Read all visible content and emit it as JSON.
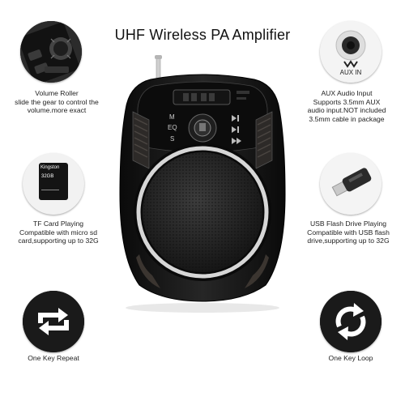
{
  "title": "UHF Wireless PA Amplifier",
  "features": {
    "volume_roller": {
      "lines": [
        "Volume Roller",
        "slide the gear to control the",
        "volume.more exact"
      ]
    },
    "aux_input": {
      "lines": [
        "AUX Audio Input",
        "Supports 3.5mm AUX",
        "audio input.NOT included",
        "3.5mm  cable in package"
      ],
      "icon_label": "AUX IN"
    },
    "tf_card": {
      "lines": [
        "TF Card Playing",
        "Compatible with micro sd",
        "card,supporting up to 32G"
      ],
      "card_brand": "Kingston",
      "card_size": "32GB"
    },
    "usb_flash": {
      "lines": [
        "USB Flash Drive Playing",
        "Compatible with USB flash",
        "drive,supporting up to 32G"
      ]
    },
    "repeat": {
      "lines": [
        "One Key Repeat"
      ]
    },
    "loop": {
      "lines": [
        "One Key Loop"
      ]
    }
  },
  "device": {
    "buttons": [
      "M",
      "EQ",
      "S"
    ]
  },
  "colors": {
    "body": "#111111",
    "grill": "#2a2a2a",
    "ring": "#c8c8c8",
    "icon_bg": "#1a1a1a"
  }
}
